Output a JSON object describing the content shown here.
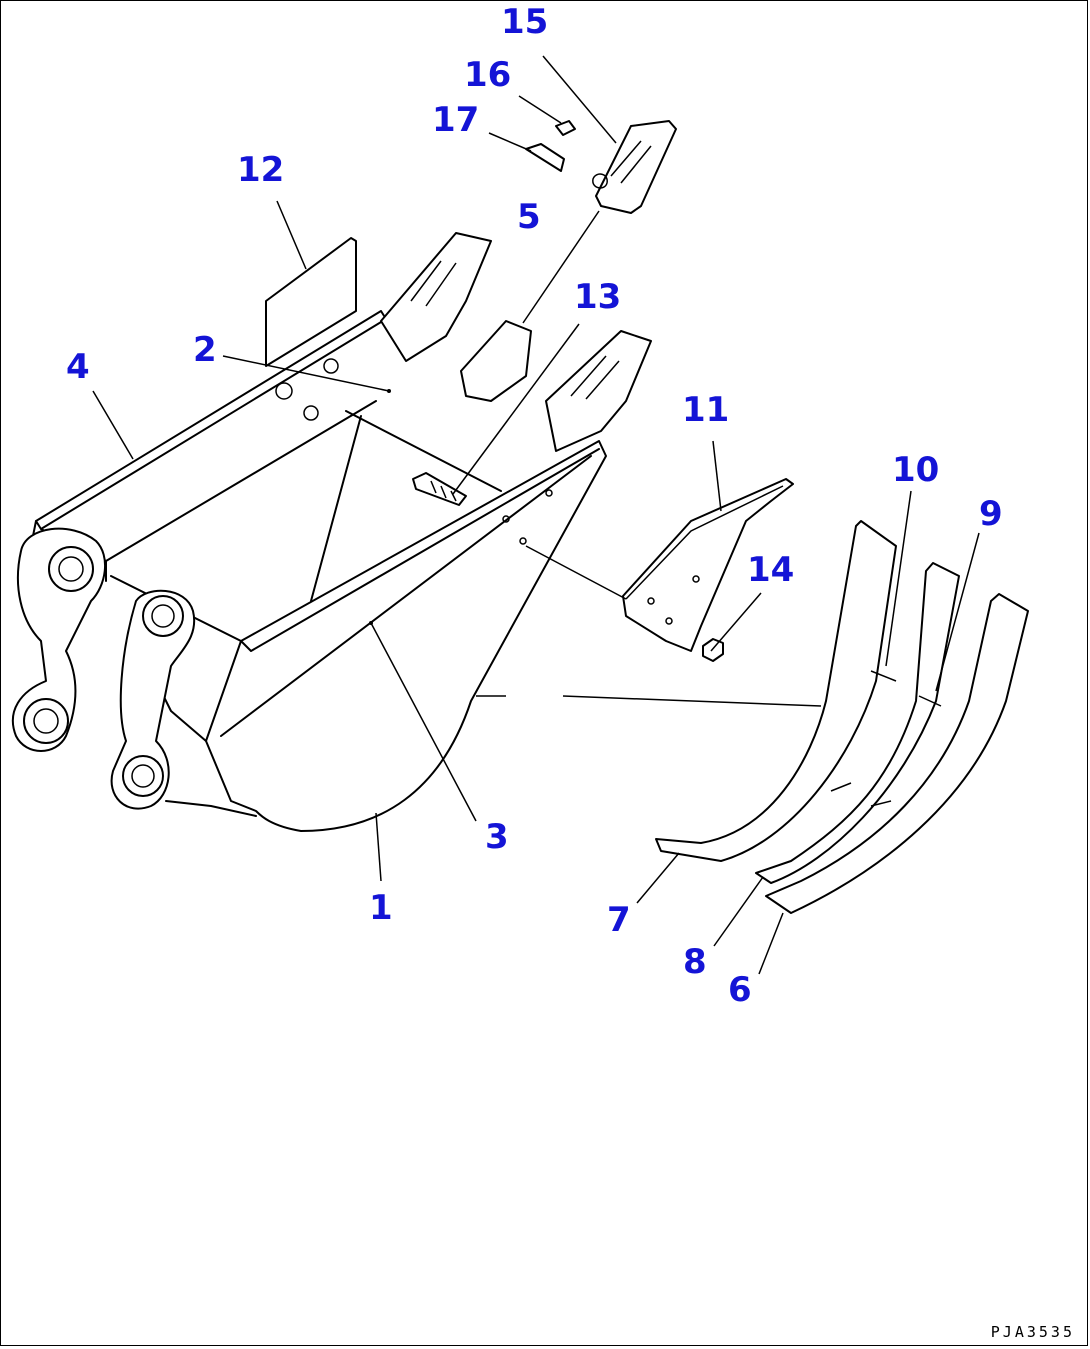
{
  "drawing_code": "PJA3535",
  "callouts": [
    "1",
    "2",
    "3",
    "4",
    "5",
    "6",
    "7",
    "8",
    "9",
    "10",
    "11",
    "12",
    "13",
    "14",
    "15",
    "16",
    "17"
  ],
  "colors": {
    "callout": "#1414d6",
    "line": "#000000",
    "background": "#ffffff"
  }
}
